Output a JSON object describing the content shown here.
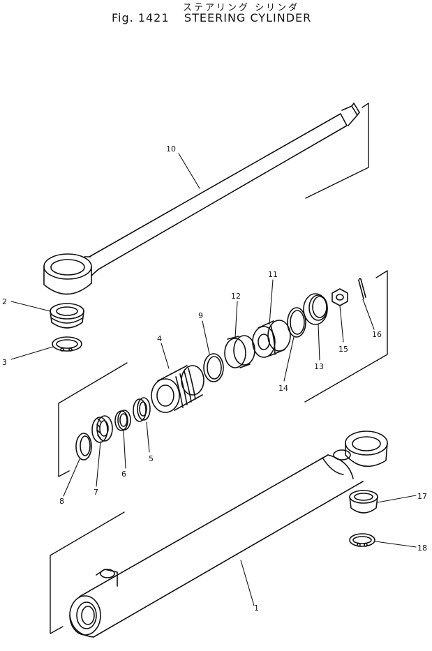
{
  "header": {
    "japanese_title": "ステアリング シリンダ",
    "figure_number": "Fig. 1421",
    "title": "STEERING CYLINDER"
  },
  "callouts": {
    "c1": "1",
    "c2": "2",
    "c3": "3",
    "c4": "4",
    "c5": "5",
    "c6": "6",
    "c7": "7",
    "c8": "8",
    "c9": "9",
    "c10": "10",
    "c11": "11",
    "c12": "12",
    "c13": "13",
    "c14": "14",
    "c15": "15",
    "c16": "16",
    "c17": "17",
    "c18": "18"
  }
}
